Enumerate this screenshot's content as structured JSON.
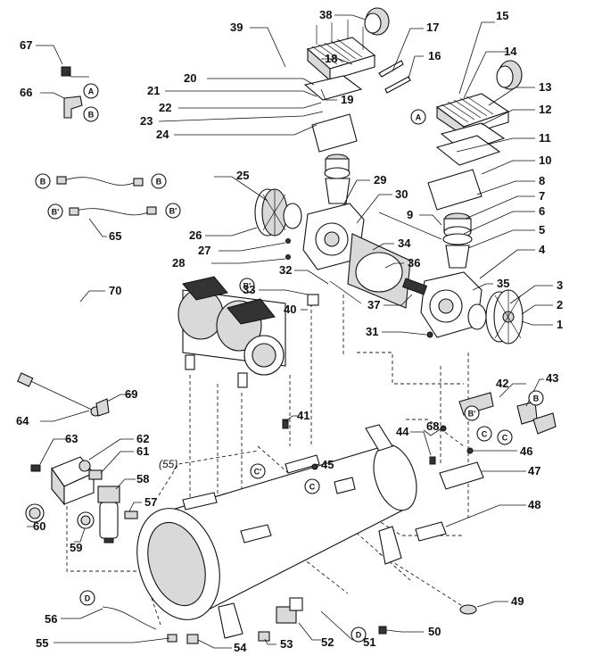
{
  "callouts": {
    "c1": "1",
    "c2": "2",
    "c3": "3",
    "c4": "4",
    "c5": "5",
    "c6": "6",
    "c7": "7",
    "c8": "8",
    "c9": "9",
    "c10": "10",
    "c11": "11",
    "c12": "12",
    "c13": "13",
    "c14": "14",
    "c15": "15",
    "c16": "16",
    "c17": "17",
    "c18": "18",
    "c19": "19",
    "c20": "20",
    "c21": "21",
    "c22": "22",
    "c23": "23",
    "c24": "24",
    "c25": "25",
    "c26": "26",
    "c27": "27",
    "c28": "28",
    "c29": "29",
    "c30": "30",
    "c31": "31",
    "c32": "32",
    "c33": "33",
    "c34": "34",
    "c35": "35",
    "c36": "36",
    "c37": "37",
    "c38": "38",
    "c39": "39",
    "c40": "40",
    "c41": "41",
    "c42": "42",
    "c43": "43",
    "c44": "44",
    "c45": "45",
    "c46": "46",
    "c47": "47",
    "c48": "48",
    "c49": "49",
    "c50": "50",
    "c51": "51",
    "c52": "52",
    "c53": "53",
    "c54": "54",
    "c55": "55",
    "c56": "56",
    "c57": "57",
    "c58": "58",
    "c59": "59",
    "c60": "60",
    "c61": "61",
    "c62": "62",
    "c63": "63",
    "c64": "64",
    "c65": "65",
    "c66": "66",
    "c67": "67",
    "c68": "68",
    "c69": "69",
    "c70": "70",
    "c55ref": "(55)"
  },
  "connectors": {
    "A": "A",
    "B": "B",
    "Bp": "B'",
    "C": "C",
    "Cp": "C'",
    "D": "D"
  }
}
